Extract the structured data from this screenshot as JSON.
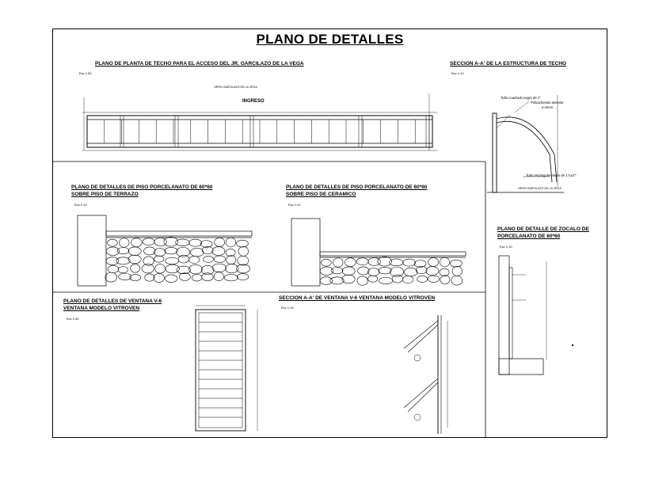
{
  "sheet": {
    "title": "PLANO DE DETALLES"
  },
  "roof_plan": {
    "title": "PLANO DE PLANTA DE TECHO PARA EL ACCESO DEL JR. GARCILAZO DE LA VEGA",
    "scale": "Esc 1:50",
    "street_label": "JIRON GARCILAZO DE LA VEGA",
    "entrance_label": "INGRESO"
  },
  "roof_section": {
    "title": "SECCION A-A' DE LA ESTRUCTURA DE TECHO",
    "scale": "Esc 1:10",
    "tube_note": "Tubo cuadrado negro de 1\"",
    "polycarbonate_note": "Policarbonato alveolar",
    "thickness_note": "e=6mm",
    "rect_tube_note": "Tubo rectangular negro de 1\"x1/2\"",
    "street_label": "JIRON GARCILAZO DE LA VEGA"
  },
  "floor_terrazzo": {
    "title_line1": "PLANO DE DETALLES DE PISO PORCELANATO DE 60*60",
    "title_line2": "SOBRE PISO DE TERRAZO",
    "scale": "Esc 1:10"
  },
  "floor_ceramic": {
    "title_line1": "PLANO DE DETALLES DE PISO PORCELANATO DE 60*60",
    "title_line2": "SOBRE PISO DE CERAMICO",
    "scale": "Esc 1:10"
  },
  "baseboard": {
    "title_line1": "PLANO DE DETALLE DE ZOCALO DE",
    "title_line2": "PORCELANATO DE 60*60",
    "scale": "Esc 1:10"
  },
  "window_plan": {
    "title_line1": "PLANO DE DETALLES DE VENTANA V-6",
    "title_line2": "VENTANA MODELO VITROVEN",
    "scale": "Esc 1:50"
  },
  "window_section": {
    "title": "SECCION A-A' DE VENTANA V-6 VENTANA MODELO VITROVEN",
    "scale": "Esc 1:10"
  }
}
